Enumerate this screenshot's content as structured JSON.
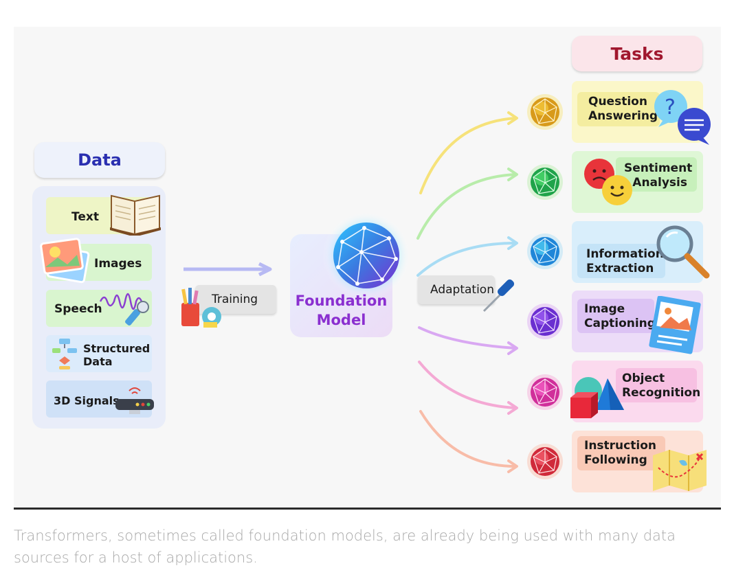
{
  "data_section": {
    "title": "Data",
    "items": [
      "Text",
      "Images",
      "Speech",
      "Structured Data",
      "3D Signals"
    ]
  },
  "training_label": "Training",
  "foundation_model": {
    "line1": "Foundation",
    "line2": "Model"
  },
  "adaptation_label": "Adaptation",
  "tasks_section": {
    "title": "Tasks",
    "items": [
      {
        "line1": "Question",
        "line2": "Answering"
      },
      {
        "line1": "Sentiment",
        "line2": "Analysis"
      },
      {
        "line1": "Information",
        "line2": "Extraction"
      },
      {
        "line1": "Image",
        "line2": "Captioning"
      },
      {
        "line1": "Object",
        "line2": "Recognition"
      },
      {
        "line1": "Instruction",
        "line2": "Following"
      }
    ]
  },
  "caption": "Transformers, sometimes called foundation models, are already being used with many data sources for a host of applications.",
  "colors": {
    "data_title": "#2a2fb0",
    "tasks_title": "#a0172e",
    "foundation_text": "#8a2fd0",
    "arrow_yellow": "#f6e27a",
    "arrow_green": "#b8ecaa",
    "arrow_blue": "#a8dcf4",
    "arrow_purple": "#d9a8f2",
    "arrow_pink": "#f4a9d4",
    "arrow_orange": "#f8bca8"
  }
}
